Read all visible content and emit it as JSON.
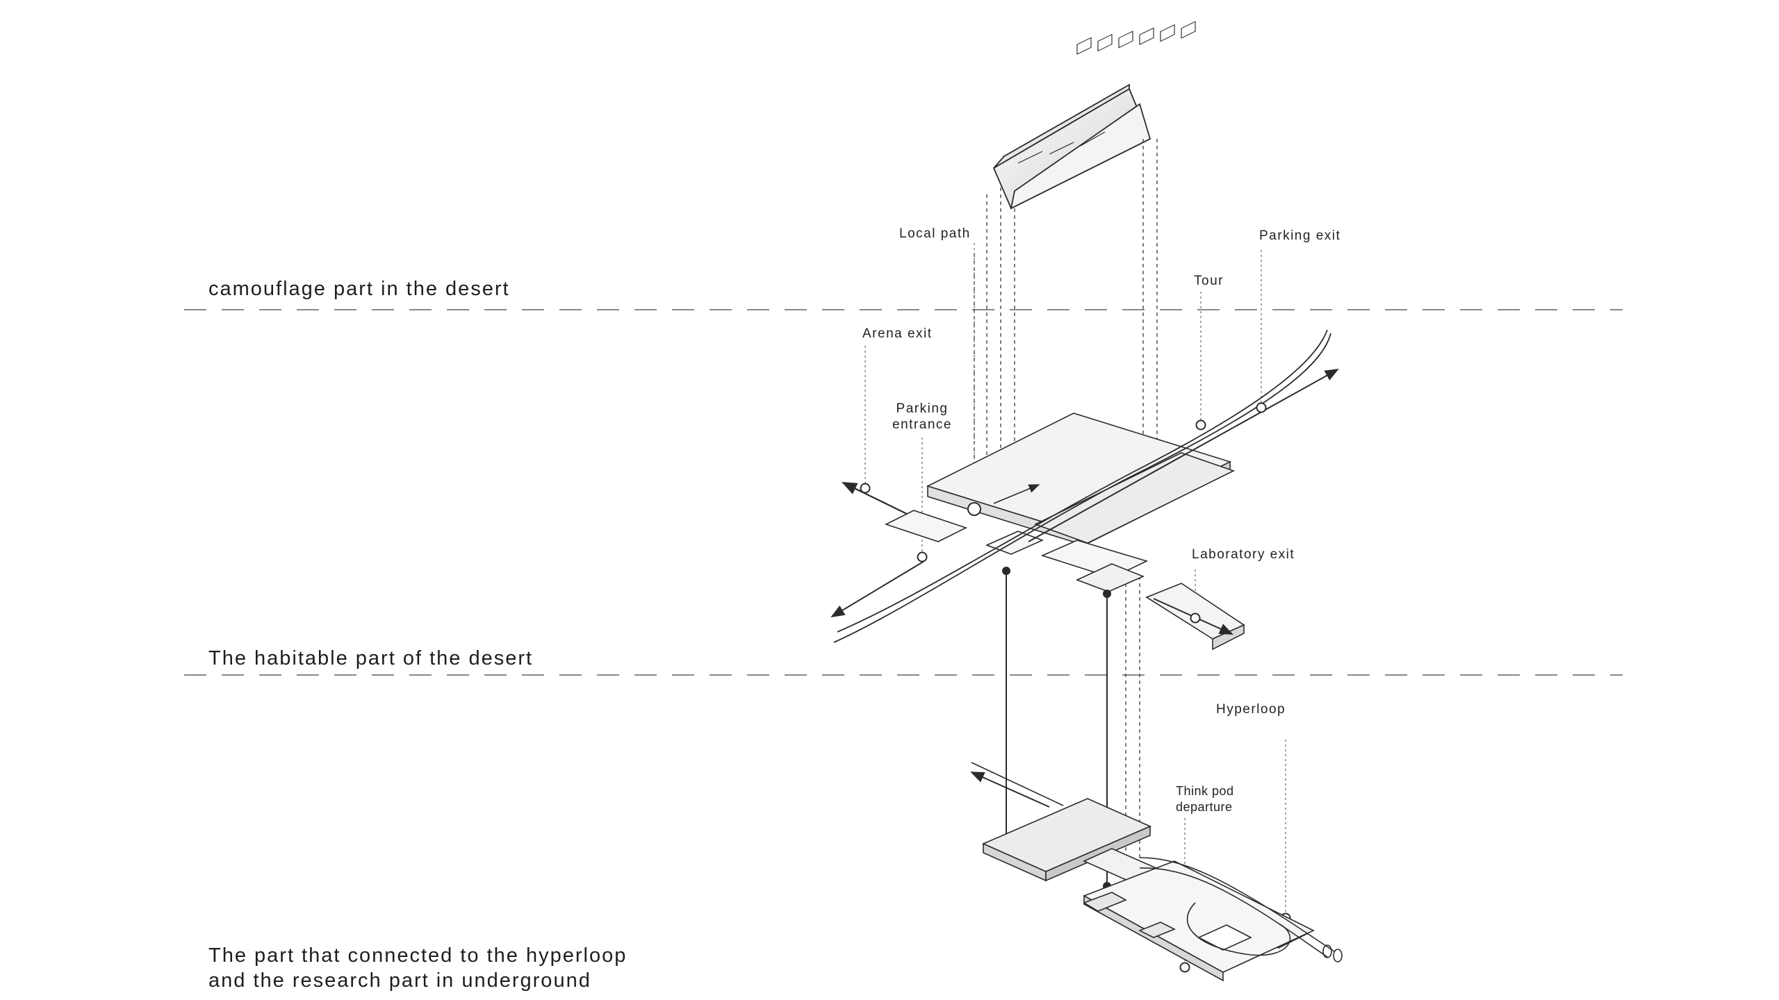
{
  "sections": {
    "camouflage": "camouflage part in the desert",
    "habitable": "The habitable part of the desert",
    "underground_line1": "The part that connected to the hyperloop",
    "underground_line2": "and the research part  in underground"
  },
  "labels": {
    "local_path": "Local path",
    "parking_exit": "Parking exit",
    "tour": "Tour",
    "arena_exit": "Arena exit",
    "parking_entrance_1": "Parking",
    "parking_entrance_2": "entrance",
    "laboratory_exit": "Laboratory exit",
    "hyperloop": "Hyperloop",
    "think_pod_1": "Think pod",
    "think_pod_2": "departure"
  },
  "colors": {
    "line": "#2b2b2b",
    "dashed": "#888888",
    "fill": "#f2f2f2"
  }
}
